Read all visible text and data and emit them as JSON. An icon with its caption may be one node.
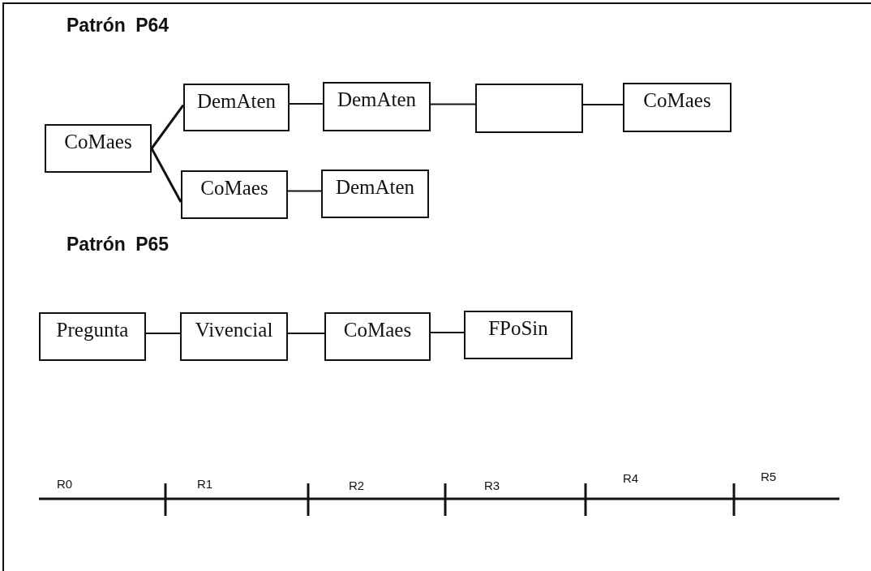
{
  "diagram": {
    "nodes": [
      {
        "text": [
          "CoMaes"
        ]
      },
      {
        "text": [
          "DemAten"
        ]
      },
      {
        "text": [
          "DemAten"
        ]
      },
      {
        "text": [],
        "shape": "box"
      },
      {
        "text": [
          "CoMaes"
        ]
      },
      {
        "text": [
          "CoMaes"
        ]
      },
      {
        "text": [
          "DemAten"
        ]
      },
      {
        "text": [
          "Pregunta"
        ]
      },
      {
        "text": [
          "Vivencial"
        ]
      },
      {
        "text": [
          "CoMaes"
        ]
      },
      {
        "text": [
          "FPoSin"
        ]
      }
    ],
    "edges": [
      {
        "from": 0,
        "to": 1,
        "arrow": "none"
      },
      {
        "from": 0,
        "to": 5,
        "arrow": "none"
      },
      {
        "from": 1,
        "to": 2,
        "arrow": "none"
      },
      {
        "from": 2,
        "to": 3,
        "arrow": "none"
      },
      {
        "from": 3,
        "to": 4,
        "arrow": "none"
      },
      {
        "from": 5,
        "to": 6,
        "arrow": "none"
      },
      {
        "from": 7,
        "to": 8,
        "arrow": "none"
      },
      {
        "from": 8,
        "to": 9,
        "arrow": "none"
      },
      {
        "from": 9,
        "to": 10,
        "arrow": "none"
      }
    ],
    "labels": [
      "Patrón P64",
      "Patrón P65",
      "R0",
      "R1",
      "R2",
      "R3",
      "R4",
      "R5"
    ]
  }
}
